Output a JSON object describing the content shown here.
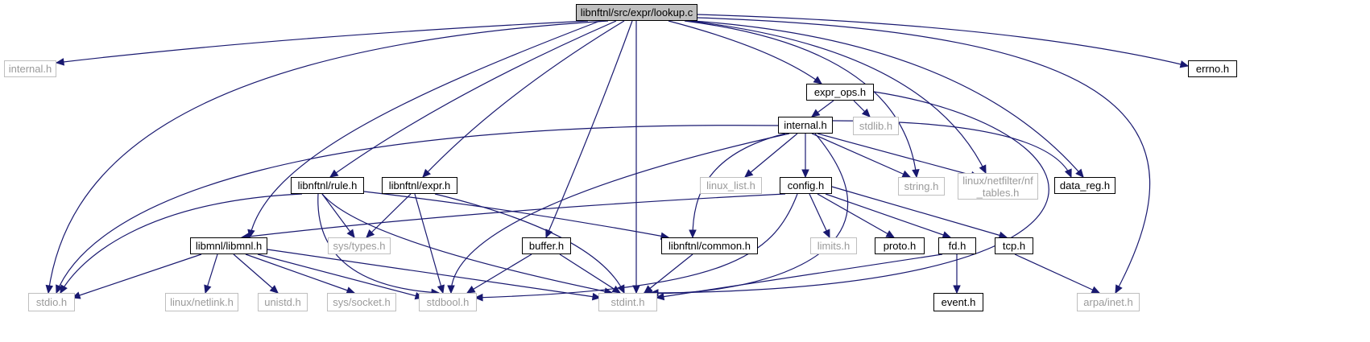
{
  "graph": {
    "nodes": [
      {
        "id": "root",
        "label": "libnftnl/src/expr/lookup.c",
        "kind": "root"
      },
      {
        "id": "internal_top",
        "label": "internal.h",
        "kind": "missing"
      },
      {
        "id": "stdio",
        "label": "stdio.h",
        "kind": "missing"
      },
      {
        "id": "librule",
        "label": "libnftnl/rule.h",
        "kind": "solid"
      },
      {
        "id": "libexpr",
        "label": "libnftnl/expr.h",
        "kind": "solid"
      },
      {
        "id": "libmnl",
        "label": "libmnl/libmnl.h",
        "kind": "solid"
      },
      {
        "id": "buffer",
        "label": "buffer.h",
        "kind": "solid"
      },
      {
        "id": "stdint",
        "label": "stdint.h",
        "kind": "missing"
      },
      {
        "id": "exprops",
        "label": "expr_ops.h",
        "kind": "solid"
      },
      {
        "id": "stdlib",
        "label": "stdlib.h",
        "kind": "missing"
      },
      {
        "id": "internal",
        "label": "internal.h",
        "kind": "solid"
      },
      {
        "id": "string",
        "label": "string.h",
        "kind": "missing"
      },
      {
        "id": "nftables",
        "label": "linux/netfilter/nf\n_tables.h",
        "kind": "missing"
      },
      {
        "id": "datareg",
        "label": "data_reg.h",
        "kind": "solid"
      },
      {
        "id": "errno",
        "label": "errno.h",
        "kind": "solid"
      },
      {
        "id": "arpainet",
        "label": "arpa/inet.h",
        "kind": "missing"
      },
      {
        "id": "linuxlist",
        "label": "linux_list.h",
        "kind": "missing"
      },
      {
        "id": "config",
        "label": "config.h",
        "kind": "solid"
      },
      {
        "id": "systypes",
        "label": "sys/types.h",
        "kind": "missing"
      },
      {
        "id": "libcommon",
        "label": "libnftnl/common.h",
        "kind": "solid"
      },
      {
        "id": "limits",
        "label": "limits.h",
        "kind": "missing"
      },
      {
        "id": "proto",
        "label": "proto.h",
        "kind": "solid"
      },
      {
        "id": "fd",
        "label": "fd.h",
        "kind": "solid"
      },
      {
        "id": "tcp",
        "label": "tcp.h",
        "kind": "solid"
      },
      {
        "id": "netlink",
        "label": "linux/netlink.h",
        "kind": "missing"
      },
      {
        "id": "unistd",
        "label": "unistd.h",
        "kind": "missing"
      },
      {
        "id": "syssocket",
        "label": "sys/socket.h",
        "kind": "missing"
      },
      {
        "id": "stdbool",
        "label": "stdbool.h",
        "kind": "missing"
      },
      {
        "id": "event",
        "label": "event.h",
        "kind": "solid"
      }
    ],
    "edges": [
      [
        "root",
        "internal_top"
      ],
      [
        "root",
        "stdio"
      ],
      [
        "root",
        "librule"
      ],
      [
        "root",
        "libexpr"
      ],
      [
        "root",
        "libmnl"
      ],
      [
        "root",
        "buffer"
      ],
      [
        "root",
        "stdint"
      ],
      [
        "root",
        "exprops"
      ],
      [
        "root",
        "string"
      ],
      [
        "root",
        "nftables"
      ],
      [
        "root",
        "datareg"
      ],
      [
        "root",
        "errno"
      ],
      [
        "root",
        "arpainet"
      ],
      [
        "exprops",
        "internal"
      ],
      [
        "exprops",
        "stdlib"
      ],
      [
        "exprops",
        "stdint"
      ],
      [
        "internal",
        "stdio"
      ],
      [
        "internal",
        "stdbool"
      ],
      [
        "internal",
        "linuxlist"
      ],
      [
        "internal",
        "libcommon"
      ],
      [
        "internal",
        "config"
      ],
      [
        "internal",
        "string"
      ],
      [
        "internal",
        "nftables"
      ],
      [
        "internal",
        "datareg"
      ],
      [
        "internal",
        "stdint"
      ],
      [
        "librule",
        "stdio"
      ],
      [
        "librule",
        "systypes"
      ],
      [
        "librule",
        "stdbool"
      ],
      [
        "librule",
        "stdint"
      ],
      [
        "librule",
        "libcommon"
      ],
      [
        "libexpr",
        "systypes"
      ],
      [
        "libexpr",
        "stdbool"
      ],
      [
        "libexpr",
        "stdint"
      ],
      [
        "config",
        "libmnl"
      ],
      [
        "config",
        "stdbool"
      ],
      [
        "config",
        "limits"
      ],
      [
        "config",
        "proto"
      ],
      [
        "config",
        "fd"
      ],
      [
        "config",
        "tcp"
      ],
      [
        "libmnl",
        "stdio"
      ],
      [
        "libmnl",
        "netlink"
      ],
      [
        "libmnl",
        "unistd"
      ],
      [
        "libmnl",
        "syssocket"
      ],
      [
        "libmnl",
        "stdbool"
      ],
      [
        "libmnl",
        "stdint"
      ],
      [
        "buffer",
        "stdbool"
      ],
      [
        "buffer",
        "stdint"
      ],
      [
        "libcommon",
        "stdint"
      ],
      [
        "fd",
        "stdint"
      ],
      [
        "fd",
        "event"
      ],
      [
        "tcp",
        "arpainet"
      ]
    ]
  }
}
